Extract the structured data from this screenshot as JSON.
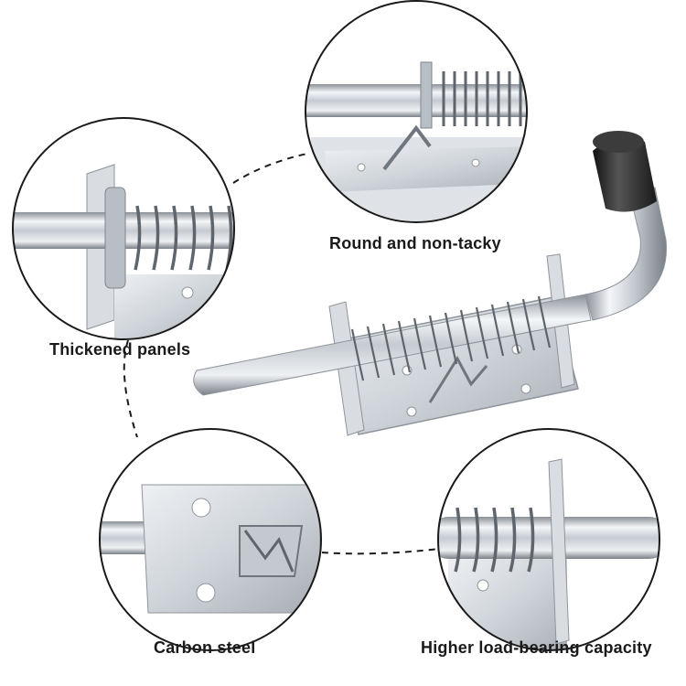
{
  "labels": {
    "top": "Round and non-tacky",
    "left": "Thickened panels",
    "bottom_left": "Carbon steel",
    "bottom_right": "Higher load-bearing capacity"
  },
  "colors": {
    "steel_light": "#f2f4f6",
    "steel_mid": "#c9ced4",
    "steel_dark": "#7e858d",
    "circle_stroke": "#1a1a1a",
    "knob": "#2a2a2a",
    "text": "#1a1a1a"
  }
}
